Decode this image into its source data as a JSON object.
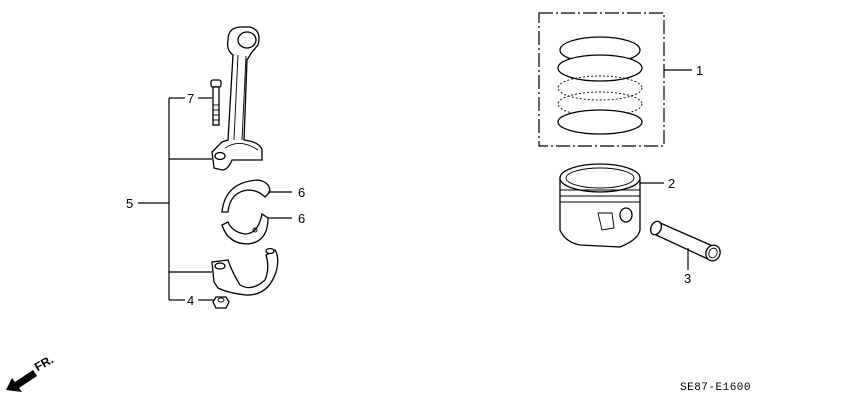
{
  "diagram": {
    "type": "exploded-parts-diagram",
    "reference_code": "SE87-E1600",
    "direction_indicator": {
      "label": "FR.",
      "icon": "front-arrow-icon"
    },
    "callouts": [
      {
        "number": "1",
        "part": "piston-ring-set"
      },
      {
        "number": "2",
        "part": "piston"
      },
      {
        "number": "3",
        "part": "piston-pin"
      },
      {
        "number": "4",
        "part": "connecting-rod-nut"
      },
      {
        "number": "5",
        "part": "connecting-rod-assembly"
      },
      {
        "number": "6",
        "part": "connecting-rod-bearing"
      },
      {
        "number": "6",
        "part": "connecting-rod-bearing"
      },
      {
        "number": "7",
        "part": "connecting-rod-bolt"
      }
    ]
  }
}
